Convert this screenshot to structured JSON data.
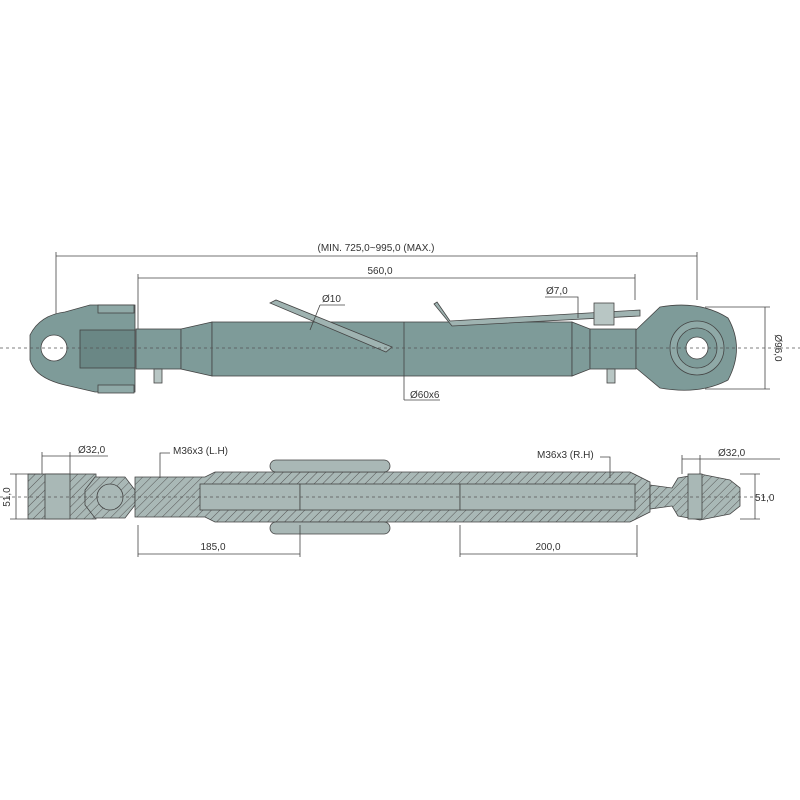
{
  "colors": {
    "body": "#7e9b99",
    "body_dark": "#6a8785",
    "section": "#a9b8b6",
    "line": "#444444"
  },
  "top_view": {
    "overall_length": "(MIN. 725,0~995,0 (MAX.)",
    "tube_length": "560,0",
    "handle_diameter": "Ø10",
    "pin_diameter": "Ø7,0",
    "tube_diameter": "Ø60x6",
    "ball_diameter": "Ø96,0"
  },
  "section_view": {
    "left_hole": "Ø32,0",
    "right_hole": "Ø32,0",
    "left_width": "51,0",
    "right_width": "51,0",
    "left_thread": "M36x3 (L.H)",
    "right_thread": "M36x3 (R.H)",
    "left_thread_length": "185,0",
    "right_thread_length": "200,0"
  }
}
